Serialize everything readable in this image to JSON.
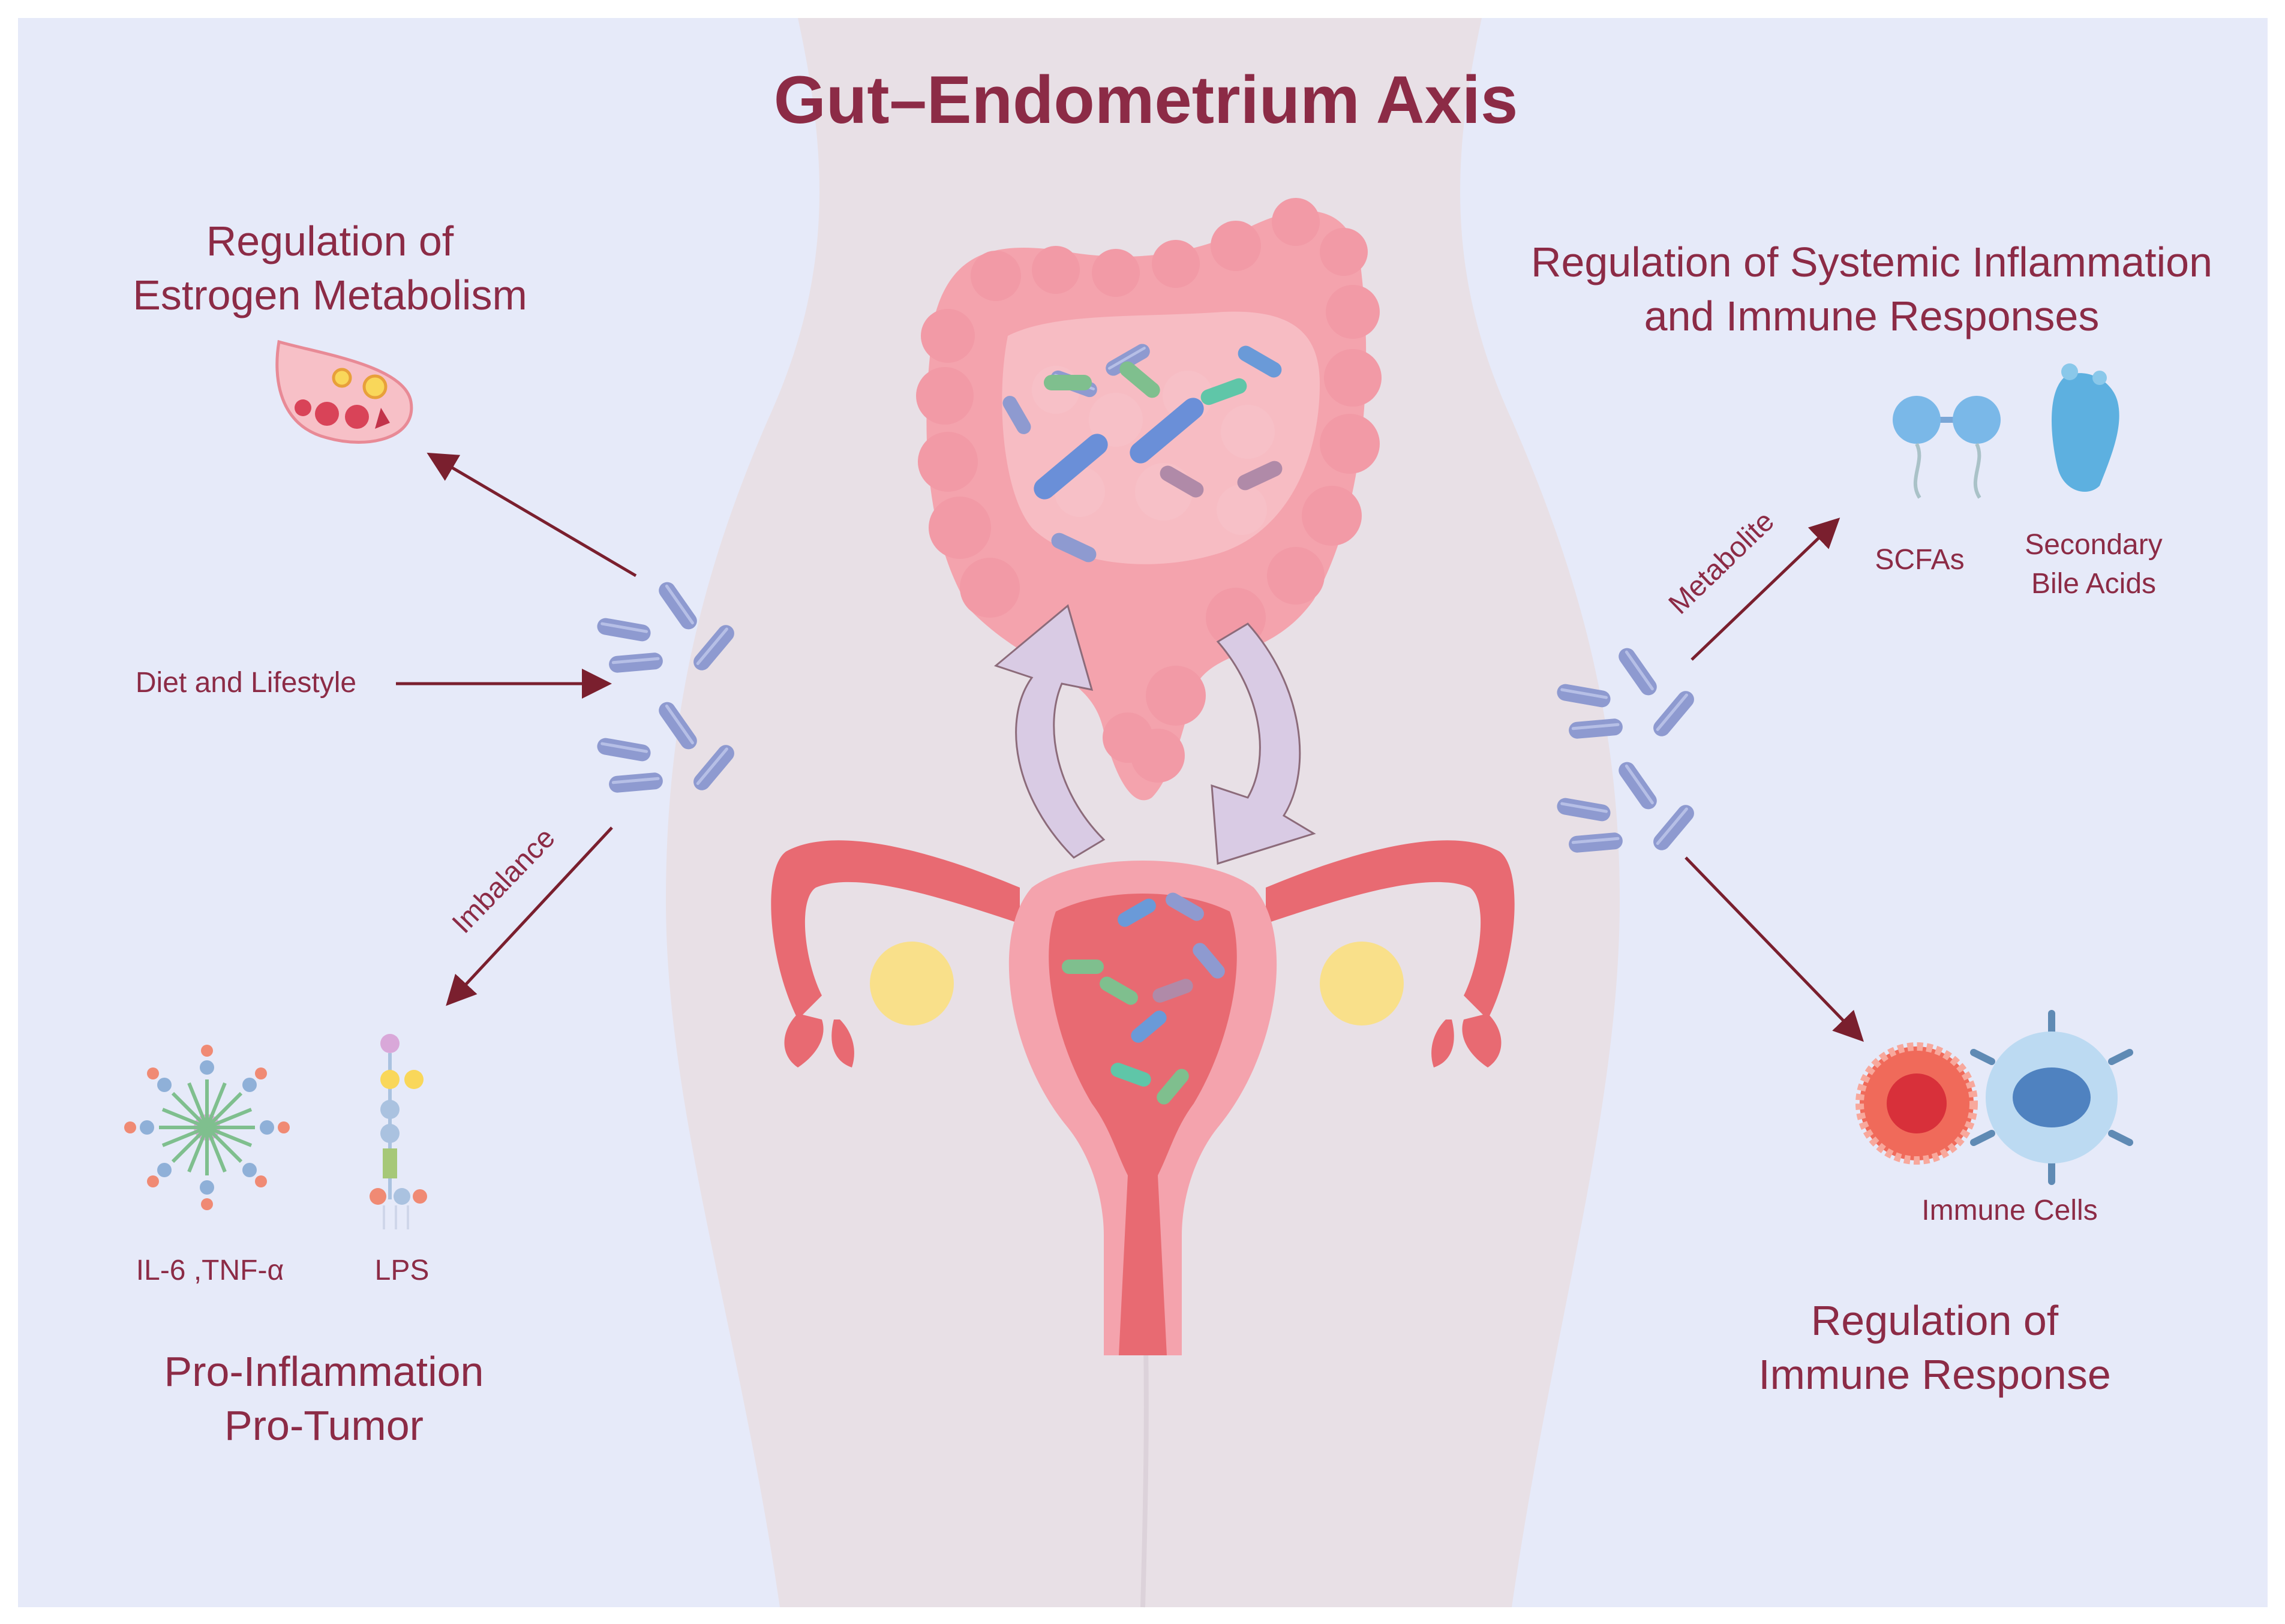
{
  "title": "Gut–Endometrium Axis",
  "left": {
    "estrogen_heading_line1": "Regulation of",
    "estrogen_heading_line2": "Estrogen Metabolism",
    "diet_label": "Diet and Lifestyle",
    "imbalance_label": "Imbalance",
    "cytokine_label": "IL-6 ,TNF-α",
    "lps_label": "LPS",
    "pro_line1": "Pro-Inflammation",
    "pro_line2": "Pro-Tumor"
  },
  "right": {
    "systemic_heading_line1": "Regulation of Systemic Inflammation",
    "systemic_heading_line2": "and Immune Responses",
    "metabolite_label": "Metabolite",
    "scfa_label": "SCFAs",
    "bile_line1": "Secondary",
    "bile_line2": "Bile Acids",
    "immune_cells_label": "Immune Cells",
    "immune_heading_line1": "Regulation of",
    "immune_heading_line2": "Immune Response"
  },
  "colors": {
    "background": "#e6eaf9",
    "text": "#8c2b46",
    "arrow": "#7a1f2e",
    "body_silhouette": "#e8e0e6",
    "colon": "#f4a3ad",
    "uterus": "#e86a72",
    "ovary": "#f9e08a",
    "bacteria": "#8e9ad0",
    "axis_arrow": "#d9cbe4"
  }
}
